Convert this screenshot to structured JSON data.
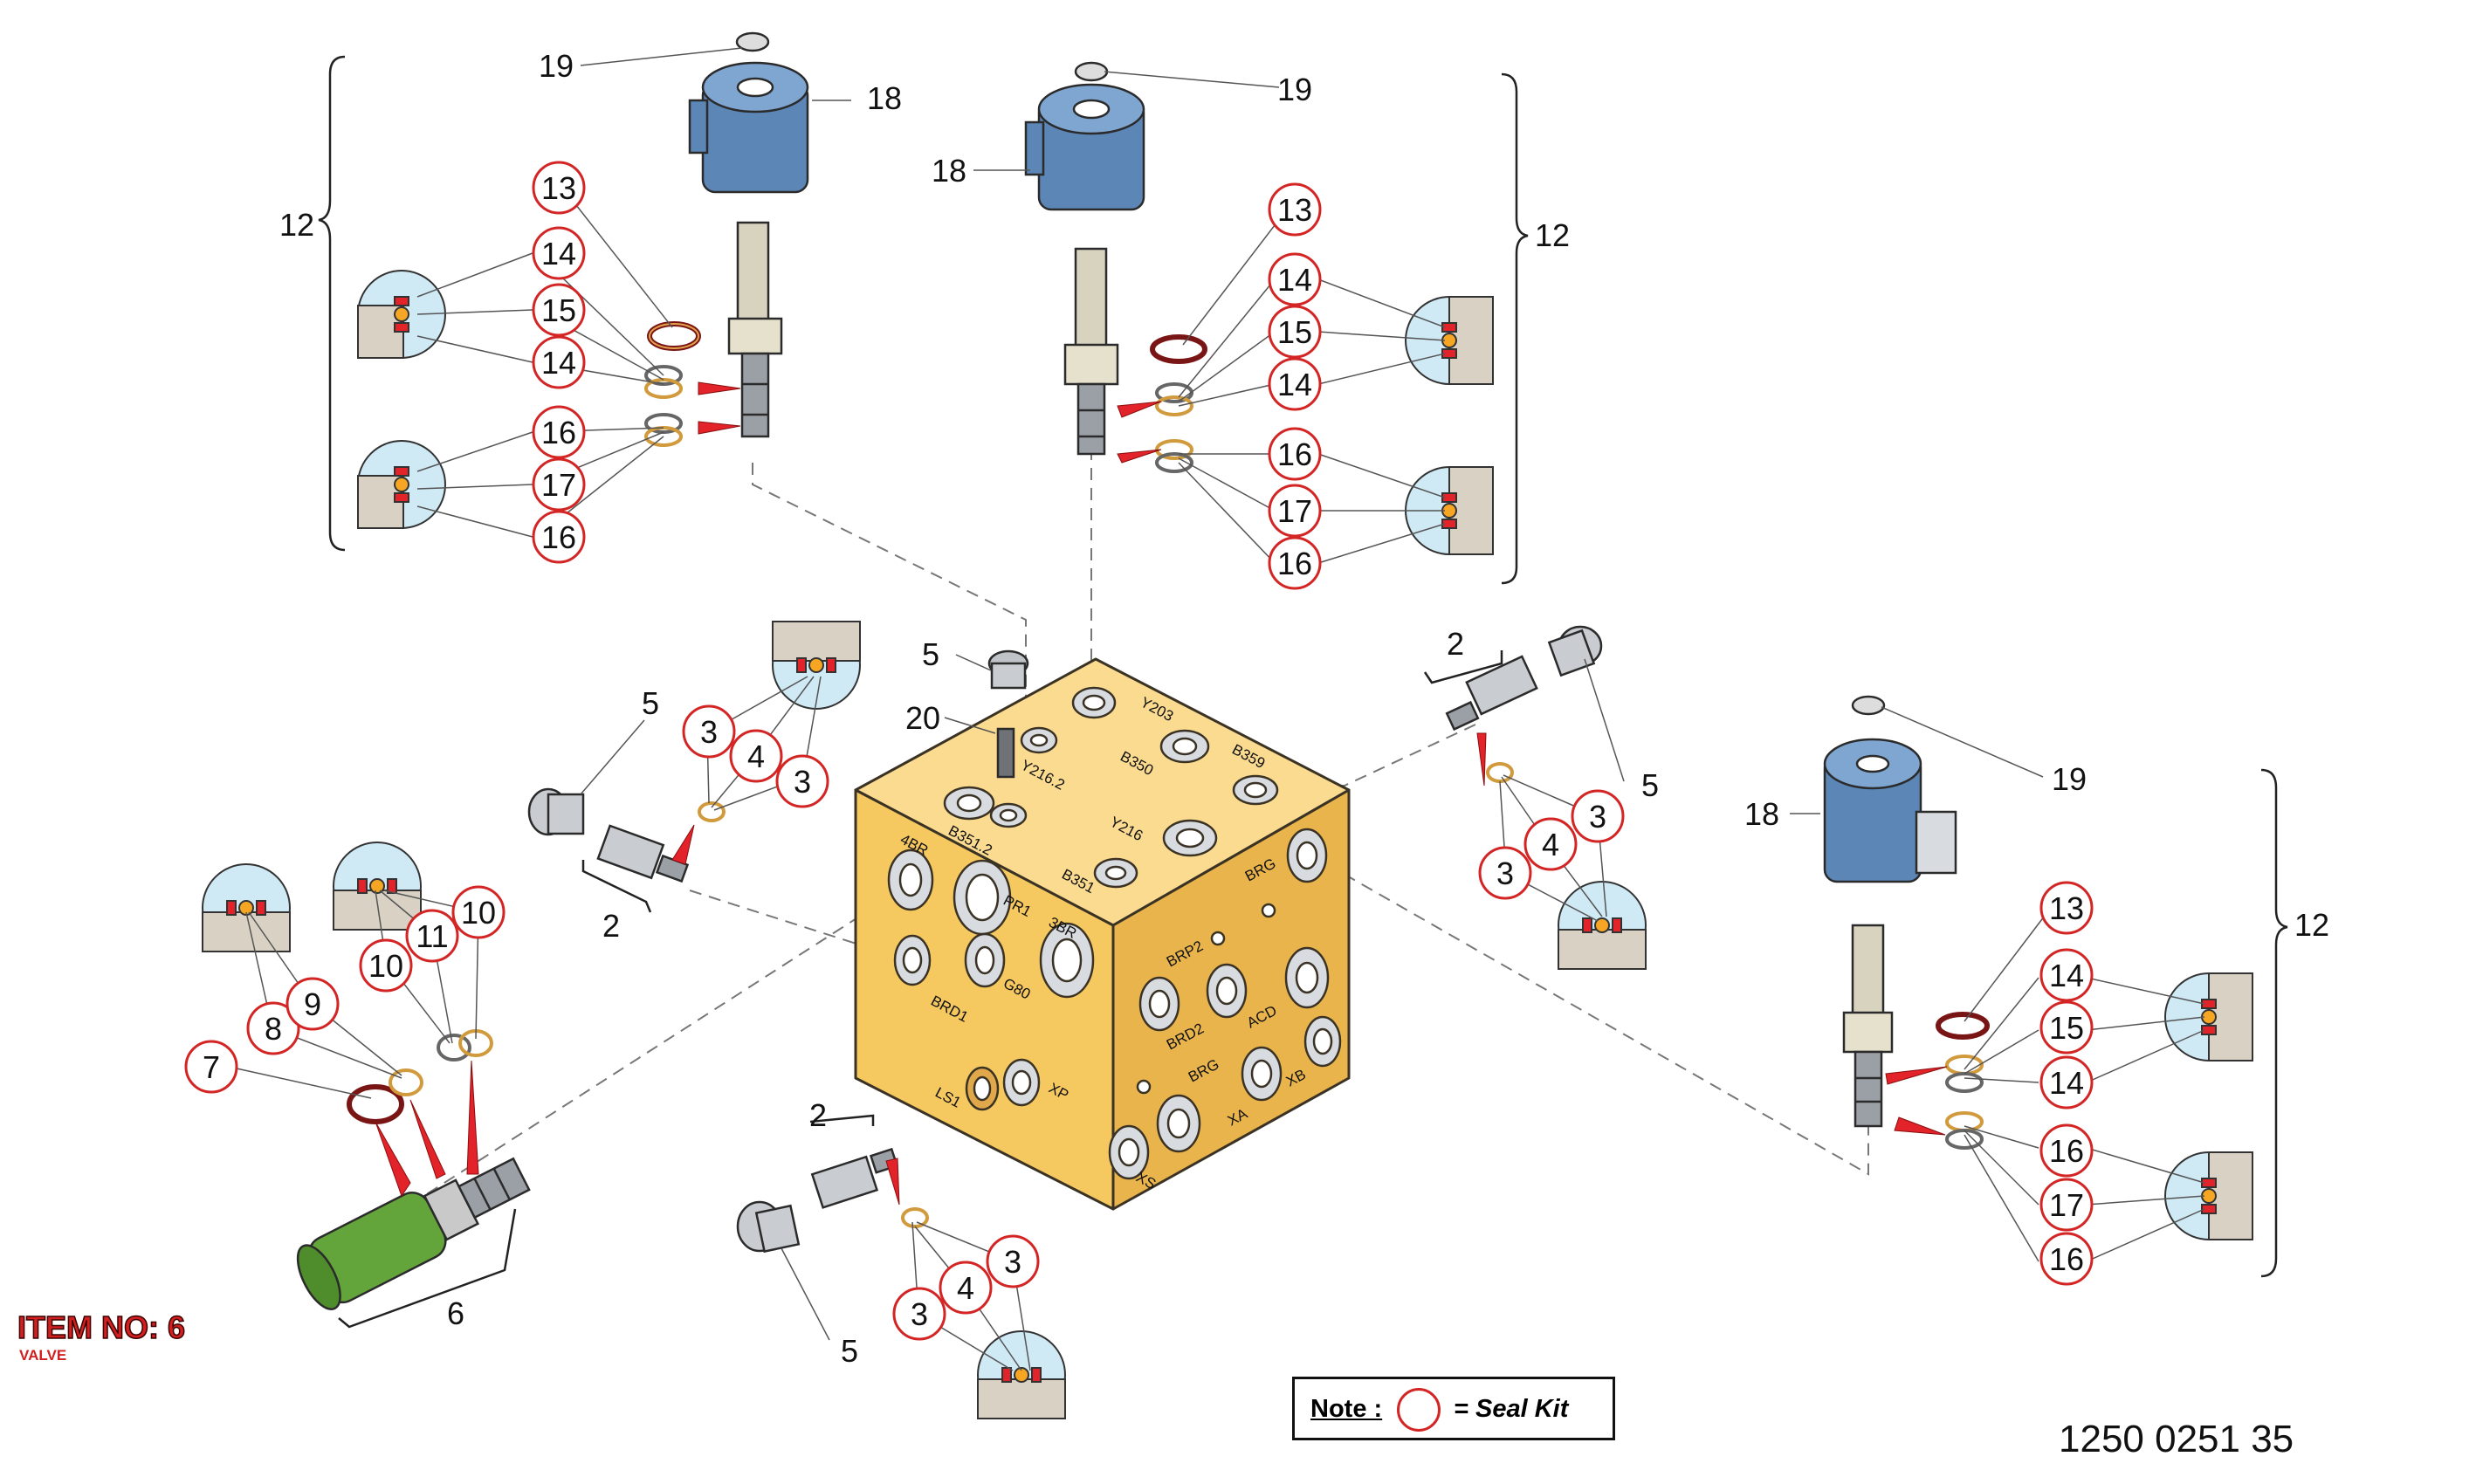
{
  "item": {
    "title": "ITEM NO: 6",
    "subtitle": "VALVE"
  },
  "note": {
    "label": "Note :",
    "text": "= Seal Kit"
  },
  "document_number": "1250 0251 35",
  "colors": {
    "block": "#f6c860",
    "coil": "#5b86b6",
    "green": "#63a53a",
    "seal_circle": "#d42525",
    "inset": "#cfe9f5",
    "seal_red": "#e3232a",
    "seal_orange": "#f6a623"
  },
  "block_ports": [
    "Y203",
    "B350",
    "B359",
    "Y216.2",
    "Y216",
    "B351.2",
    "B351",
    "BRG",
    "4BR",
    "PR1",
    "3BR",
    "BRD1",
    "G80",
    "BRP2",
    "BRD2",
    "ACD",
    "BRG",
    "XA",
    "XB",
    "LS1",
    "XP",
    "XS"
  ],
  "labels": {
    "p12a": "12",
    "p12b": "12",
    "p12c": "12",
    "p19a": "19",
    "p19b": "19",
    "p19c": "19",
    "p18a": "18",
    "p18b": "18",
    "p18c": "18",
    "p13a": "13",
    "p13b": "13",
    "p13c": "13",
    "p14a": "14",
    "p14b": "14",
    "p14c": "14",
    "p14d": "14",
    "p14e": "14",
    "p14f": "14",
    "p15a": "15",
    "p15b": "15",
    "p15c": "15",
    "p16a": "16",
    "p16b": "16",
    "p16c": "16",
    "p16d": "16",
    "p16e": "16",
    "p16f": "16",
    "p17a": "17",
    "p17b": "17",
    "p17c": "17",
    "p5a": "5",
    "p5b": "5",
    "p5c": "5",
    "p5d": "5",
    "p20": "20",
    "p2a": "2",
    "p2b": "2",
    "p2c": "2",
    "p3a": "3",
    "p3b": "3",
    "p3c": "3",
    "p3d": "3",
    "p3e": "3",
    "p3f": "3",
    "p4a": "4",
    "p4b": "4",
    "p4c": "4",
    "p6": "6",
    "p7": "7",
    "p8": "8",
    "p9": "9",
    "p10a": "10",
    "p10b": "10",
    "p11": "11"
  }
}
